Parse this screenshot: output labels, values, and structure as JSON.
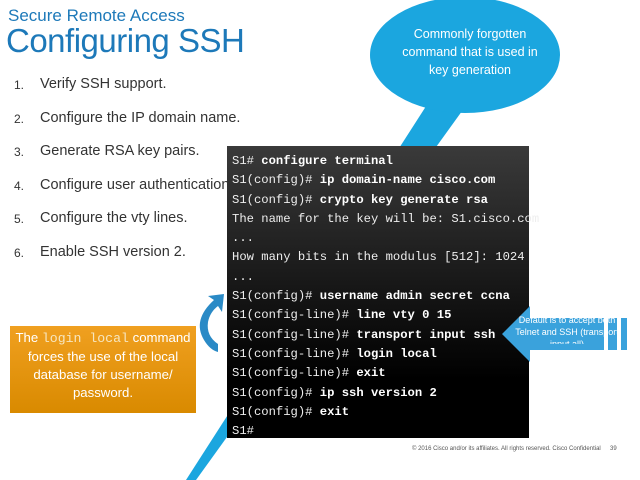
{
  "header": {
    "subtitle": "Secure Remote Access",
    "title": "Configuring SSH"
  },
  "steps": [
    {
      "num": "1.",
      "text": "Verify SSH support."
    },
    {
      "num": "2.",
      "text": "Configure the IP domain name."
    },
    {
      "num": "3.",
      "text": "Generate RSA key pairs."
    },
    {
      "num": "4.",
      "text": "Configure user authentication."
    },
    {
      "num": "5.",
      "text": "Configure the vty lines."
    },
    {
      "num": "6.",
      "text": "Enable SSH version 2."
    }
  ],
  "terminal": [
    {
      "p": "S1# ",
      "c": "configure terminal"
    },
    {
      "p": "S1(config)# ",
      "c": "ip domain-name cisco.com"
    },
    {
      "p": "S1(config)# ",
      "c": "crypto key generate rsa"
    },
    {
      "p": "The name for the key will be: S1.cisco.com",
      "c": ""
    },
    {
      "p": "...",
      "c": ""
    },
    {
      "p": "How many bits in the modulus [512]: 1024",
      "c": ""
    },
    {
      "p": "...",
      "c": ""
    },
    {
      "p": "S1(config)# ",
      "c": "username admin secret ccna"
    },
    {
      "p": "S1(config-line)# ",
      "c": "line vty 0 15"
    },
    {
      "p": "S1(config-line)# ",
      "c": "transport input ssh"
    },
    {
      "p": "S1(config-line)# ",
      "c": "login local"
    },
    {
      "p": "S1(config-line)# ",
      "c": "exit"
    },
    {
      "p": "S1(config)# ",
      "c": "ip ssh version 2"
    },
    {
      "p": "S1(config)# ",
      "c": "exit"
    },
    {
      "p": "S1#",
      "c": ""
    }
  ],
  "orange_box": {
    "pre": "The ",
    "cmd": "login local",
    "post": " command forces the use of the local database for username/ password."
  },
  "callout": "Commonly forgotten command that is used in key generation",
  "arrow_note": "Default is to accept both Telnet and SSH (transport input all)",
  "footer": "© 2016  Cisco and/or its affiliates. All rights reserved.   Cisco Confidential",
  "page_number": "39"
}
